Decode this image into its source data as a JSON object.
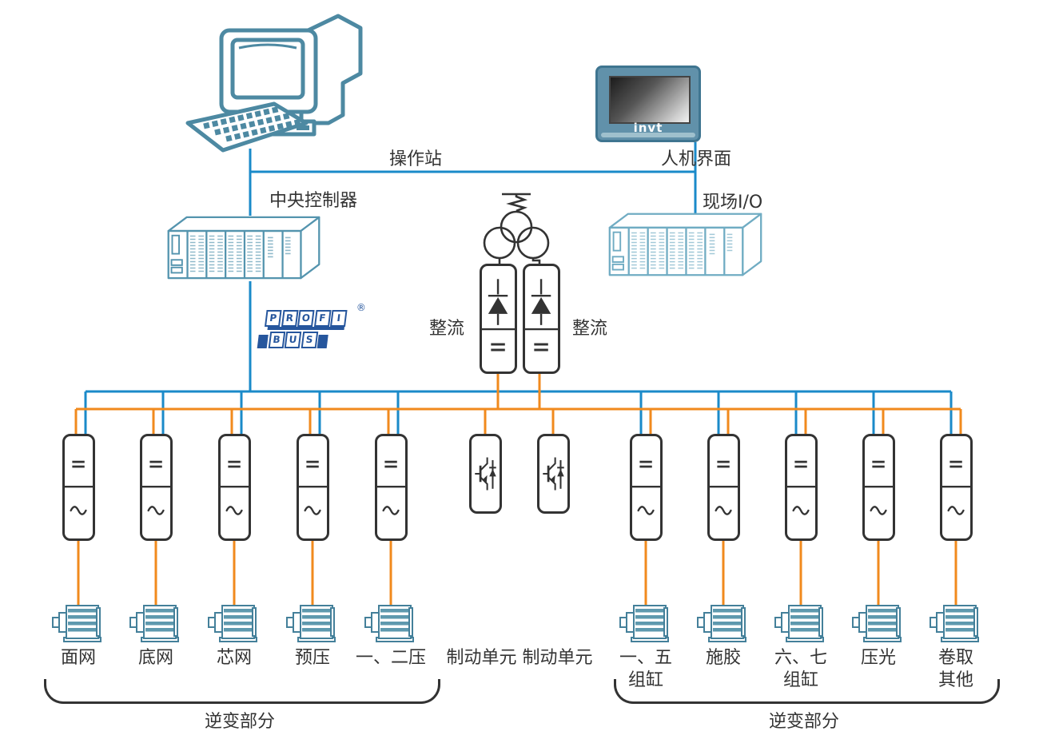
{
  "top": {
    "operator_station_label": "操作站",
    "hmi_label": "人机界面",
    "hmi_logo": "invt"
  },
  "controllers": {
    "central_label": "中央控制器",
    "field_io_label": "现场I/O"
  },
  "power": {
    "rectifier_left_label": "整流",
    "rectifier_right_label": "整流"
  },
  "profibus": {
    "top_letters": [
      "P",
      "R",
      "O",
      "F",
      "I"
    ],
    "bottom_letters": [
      "B",
      "U",
      "S"
    ],
    "registered": "®"
  },
  "drives": {
    "left": [
      {
        "label": "面网"
      },
      {
        "label": "底网"
      },
      {
        "label": "芯网"
      },
      {
        "label": "预压"
      },
      {
        "label": "一、二压"
      }
    ],
    "brake_label": "制动单元 制动单元",
    "right": [
      {
        "label": "一、五\n组缸"
      },
      {
        "label": "施胶"
      },
      {
        "label": "六、七\n组缸"
      },
      {
        "label": "压光"
      },
      {
        "label": "卷取\n其他"
      }
    ]
  },
  "groups": {
    "left_label": "逆变部分",
    "right_label": "逆变部分"
  },
  "colors": {
    "comm_bus": "#1a8ac9",
    "dc_bus": "#f18a1d",
    "device_teal": "#4d89a2",
    "rack_central": "#5494ae",
    "rack_field": "#70acc3",
    "outline": "#333333",
    "profibus_blue": "#26569d"
  }
}
